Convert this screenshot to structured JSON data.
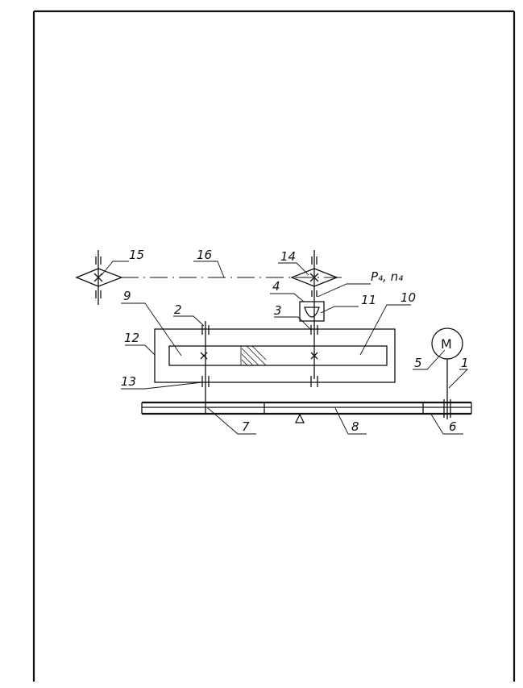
{
  "diagram": {
    "labels": {
      "chain_sprocket_left": "15",
      "chain": "16",
      "chain_sprocket_right": "14",
      "power_speed": "P₄, n₄",
      "shaft_out": "4",
      "clutch": "11",
      "gear_left": "9",
      "pinion_bearing": "2",
      "gear_shaft": "3",
      "gear_right": "10",
      "housing": "12",
      "lower_shaft": "13",
      "motor_symbol": "M",
      "motor": "5",
      "motor_shaft": "1",
      "pulley_left": "7",
      "belt": "8",
      "pulley_right": "6"
    }
  }
}
